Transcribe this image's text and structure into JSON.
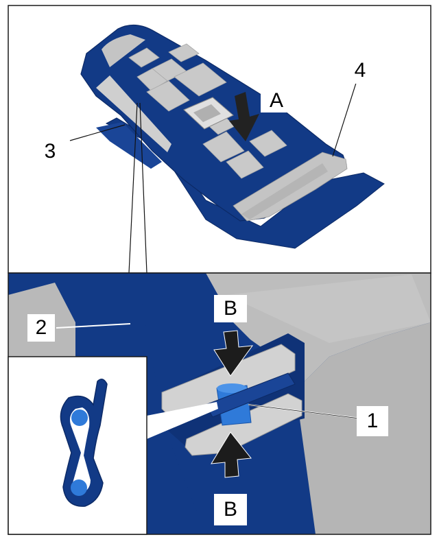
{
  "labels": {
    "A": "A",
    "B_top": "B",
    "B_bottom": "B",
    "num_1": "1",
    "num_2": "2",
    "num_3": "3",
    "num_4": "4"
  },
  "colors": {
    "navy": "#123a86",
    "navy_dark": "#0c2a66",
    "light_blue": "#2f7ad9",
    "gray_part": "#c4c4c4",
    "gray_light": "#d9d9d9",
    "frame": "#1a1a1a",
    "arrow": "#222222"
  }
}
